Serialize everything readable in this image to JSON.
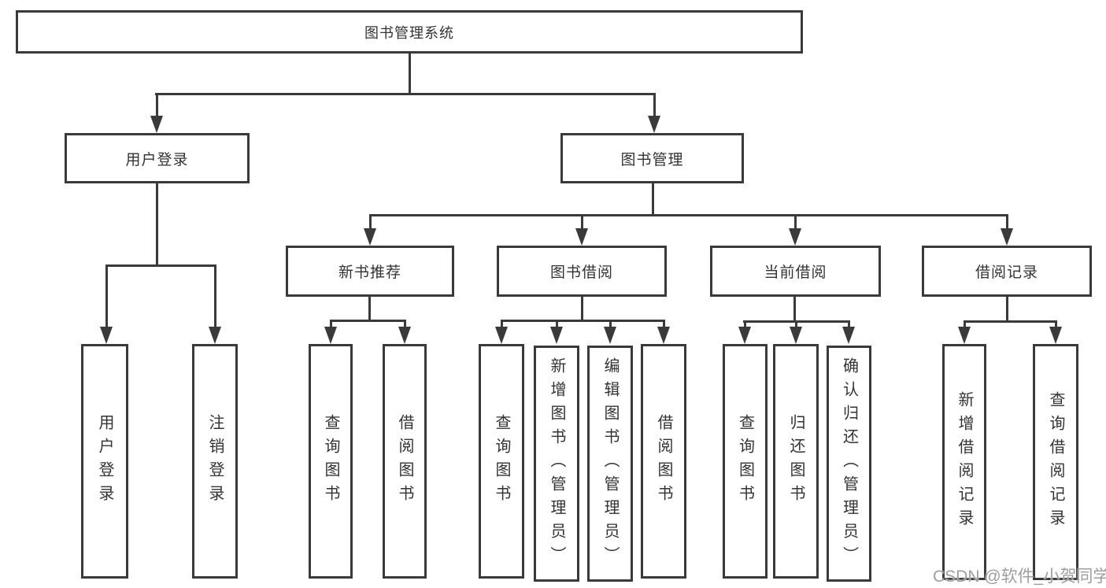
{
  "tree": {
    "label": "图书管理系统",
    "children": [
      {
        "label": "用户登录",
        "children": [
          {
            "label": "用户登录"
          },
          {
            "label": "注销登录"
          }
        ]
      },
      {
        "label": "图书管理",
        "children": [
          {
            "label": "新书推荐",
            "children": [
              {
                "label": "查询图书"
              },
              {
                "label": "借阅图书"
              }
            ]
          },
          {
            "label": "图书借阅",
            "children": [
              {
                "label": "查询图书"
              },
              {
                "label": "新增图书（管理员）"
              },
              {
                "label": "编辑图书（管理员）"
              },
              {
                "label": "借阅图书"
              }
            ]
          },
          {
            "label": "当前借阅",
            "children": [
              {
                "label": "查询图书"
              },
              {
                "label": "归还图书"
              },
              {
                "label": "确认归还（管理员）"
              }
            ]
          },
          {
            "label": "借阅记录",
            "children": [
              {
                "label": "新增借阅记录"
              },
              {
                "label": "查询借阅记录"
              }
            ]
          }
        ]
      }
    ]
  },
  "watermark": {
    "text": "CSDN @软件_小贺同学"
  },
  "colors": {
    "line": "#3a3a3a",
    "text": "#333333",
    "watermark": "#9e9e9e",
    "box_background": "#ffffff",
    "page_background": "#ffffff"
  }
}
